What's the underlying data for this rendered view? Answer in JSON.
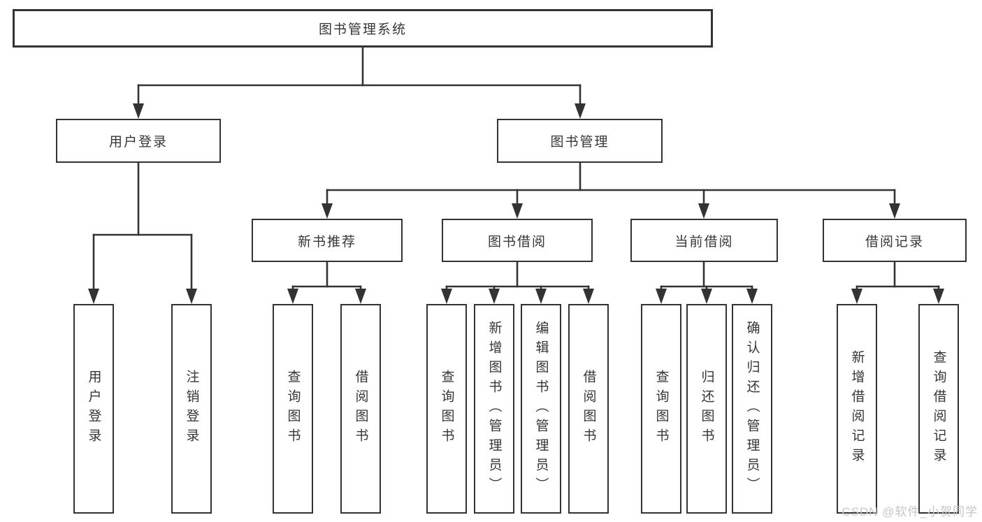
{
  "diagram": {
    "type": "hierarchy",
    "watermark": "CSDN @软件_小贺同学",
    "colors": {
      "line": "#333333",
      "box_border": "#333333",
      "text": "#363636",
      "background": "#ffffff",
      "watermark": "#c6c6c6"
    },
    "tree": {
      "root": {
        "label": "图书管理系统",
        "children": [
          {
            "label": "用户登录",
            "children": [
              {
                "label": "用户登录"
              },
              {
                "label": "注销登录"
              }
            ]
          },
          {
            "label": "图书管理",
            "children": [
              {
                "label": "新书推荐",
                "children": [
                  {
                    "label": "查询图书"
                  },
                  {
                    "label": "借阅图书"
                  }
                ]
              },
              {
                "label": "图书借阅",
                "children": [
                  {
                    "label": "查询图书"
                  },
                  {
                    "label": "新增图书（管理员）"
                  },
                  {
                    "label": "编辑图书（管理员）"
                  },
                  {
                    "label": "借阅图书"
                  }
                ]
              },
              {
                "label": "当前借阅",
                "children": [
                  {
                    "label": "查询图书"
                  },
                  {
                    "label": "归还图书"
                  },
                  {
                    "label": "确认归还（管理员）"
                  }
                ]
              },
              {
                "label": "借阅记录",
                "children": [
                  {
                    "label": "新增借阅记录"
                  },
                  {
                    "label": "查询借阅记录"
                  }
                ]
              }
            ]
          }
        ]
      }
    }
  }
}
